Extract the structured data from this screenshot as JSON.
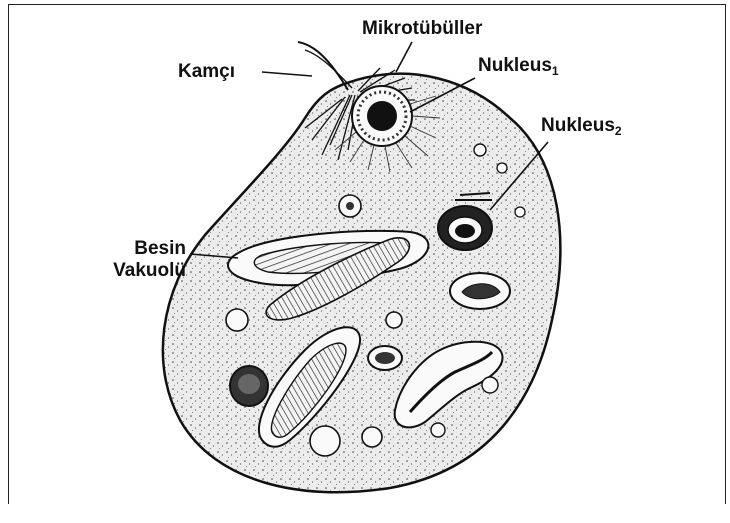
{
  "labels": {
    "mikrotubuller": "Mikrotübüller",
    "kamci": "Kamçı",
    "nukleus1": {
      "text": "Nukleus",
      "sub": "1"
    },
    "nukleus2": {
      "text": "Nukleus",
      "sub": "2"
    },
    "besin_line1": "Besin",
    "besin_line2": "Vakuolü"
  },
  "colors": {
    "ink": "#111111",
    "cell_fill": "#ebebeb",
    "vacuole_fill": "#fafafa"
  }
}
